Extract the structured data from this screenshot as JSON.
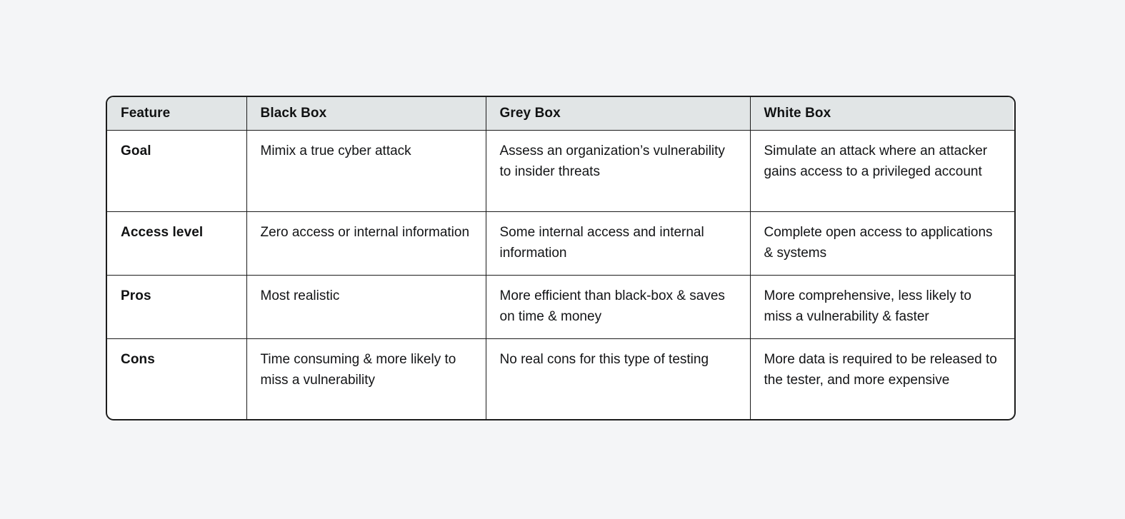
{
  "page": {
    "background_color": "#f4f5f7"
  },
  "table": {
    "name": "penetration-testing-comparison-table",
    "border_color": "#1c1c1c",
    "header_background": "#e1e5e6",
    "body_background": "#ffffff",
    "columns": [
      {
        "key": "feature",
        "label": "Feature"
      },
      {
        "key": "blackbox",
        "label": "Black Box"
      },
      {
        "key": "greybox",
        "label": "Grey Box"
      },
      {
        "key": "whitebox",
        "label": "White Box"
      }
    ],
    "rows": [
      {
        "label": "Goal",
        "blackbox": "Mimix a true cyber attack",
        "greybox": "Assess an organization’s vulnerability to insider threats",
        "whitebox": "Simulate an attack where an attacker gains access to a privileged account"
      },
      {
        "label": "Access level",
        "blackbox": "Zero access or internal information",
        "greybox": "Some internal access and internal information",
        "whitebox": "Complete open access to applications & systems"
      },
      {
        "label": "Pros",
        "blackbox": "Most realistic",
        "greybox": "More efficient than black-box & saves on time & money",
        "whitebox": "More comprehensive, less likely to miss a vulnerability & faster"
      },
      {
        "label": "Cons",
        "blackbox": "Time consuming & more likely to miss a vulnerability",
        "greybox": "No real cons for this type of testing",
        "whitebox": "More data is required to be released to the tester, and more expensive"
      }
    ]
  }
}
